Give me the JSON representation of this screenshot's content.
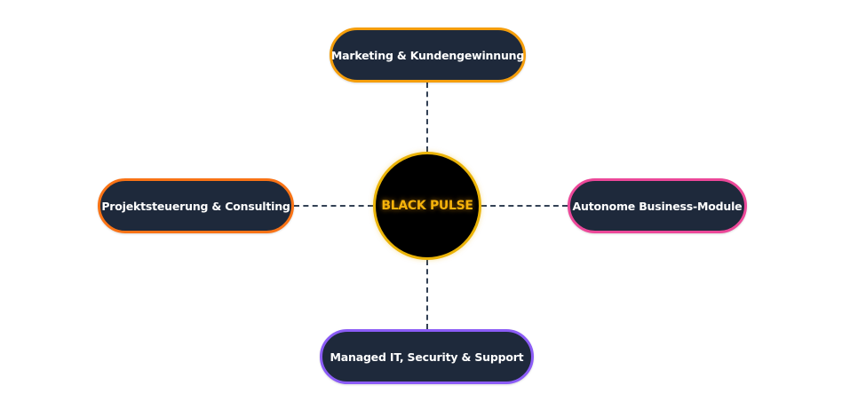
{
  "diagram": {
    "type": "hub-and-spoke",
    "center": {
      "label": "BLACK PULSE",
      "text_color": "#f5b30b",
      "border_color": "#eab308",
      "fill": "#000000"
    },
    "nodes": [
      {
        "id": "top",
        "position": "top",
        "label": "Marketing & Kundengewinnung",
        "border_color": "#f59e0b"
      },
      {
        "id": "left",
        "position": "left",
        "label": "Projektsteuerung & Consulting",
        "border_color": "#f97316"
      },
      {
        "id": "right",
        "position": "right",
        "label": "Autonome Business-Module",
        "border_color": "#ec4899"
      },
      {
        "id": "bottom",
        "position": "bottom",
        "label": "Managed IT, Security & Support",
        "border_color": "#8b5cf6"
      }
    ],
    "node_fill": "#1e293b",
    "connector_color": "#334155",
    "connector_style": "dashed"
  }
}
